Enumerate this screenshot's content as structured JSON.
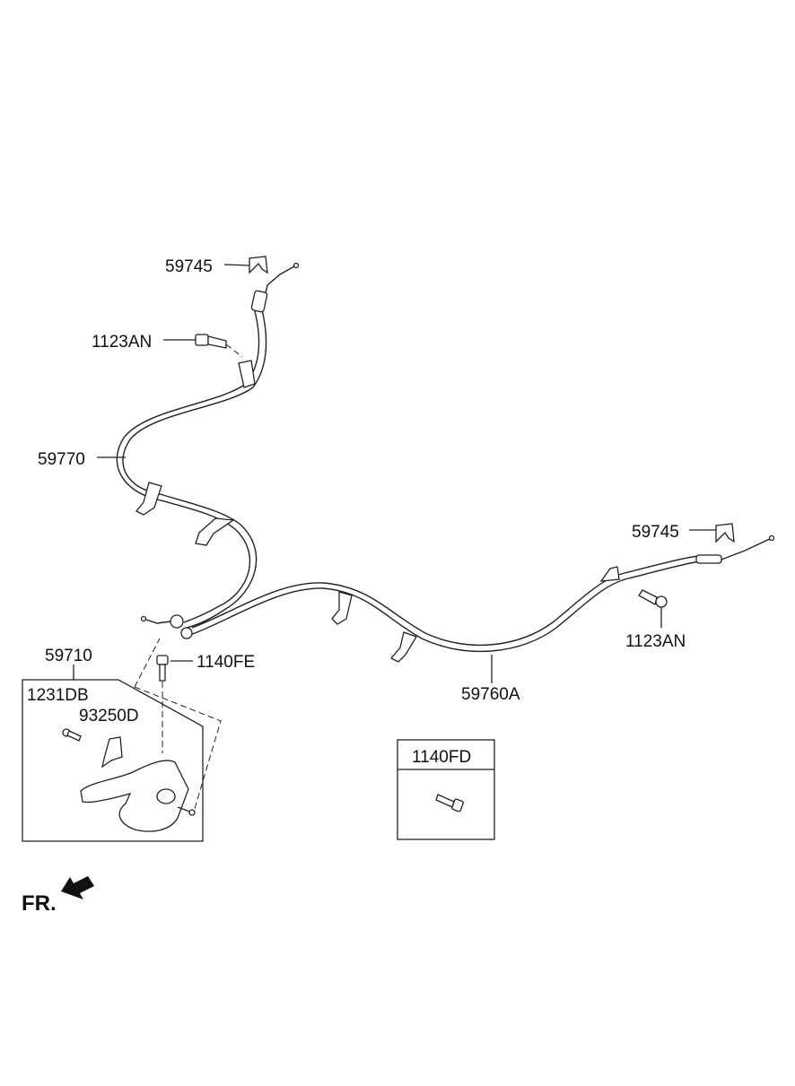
{
  "labels": {
    "clip_top": "59745",
    "bolt_top": "1123AN",
    "cable_left": "59770",
    "lever_assembly": "59710",
    "screw": "1231DB",
    "clip_switch": "93250D",
    "bolt_center": "1140FE",
    "clip_right": "59745",
    "bolt_right": "1123AN",
    "cable_right": "59760A",
    "bolt_box": "1140FD",
    "front_direction": "FR."
  },
  "icons": {
    "front_arrow": "arrow-down-left-icon"
  }
}
